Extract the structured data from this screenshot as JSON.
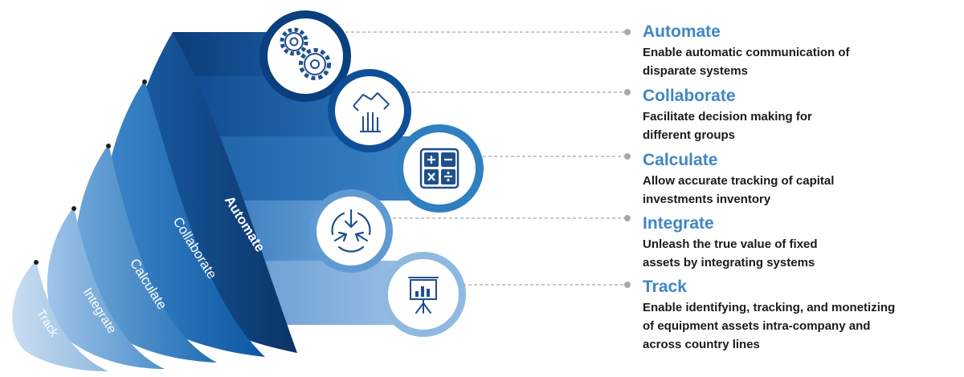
{
  "stages": [
    {
      "key": "track",
      "label": "Track",
      "icon": "presentation-chart-icon",
      "color": "#8fb9e0",
      "title": "Track",
      "description": "Enable identifying, tracking, and monetizing of equipment assets intra-company and across country lines",
      "description_lines": [
        "Enable identifying, tracking, and monetizing",
        "of equipment assets intra-company and",
        "across country lines"
      ]
    },
    {
      "key": "integrate",
      "label": "Integrate",
      "icon": "integrate-arrows-icon",
      "color": "#5e9cd3",
      "title": "Integrate",
      "description": "Unleash the true value of fixed assets by integrating systems",
      "description_lines": [
        "Unleash the true value of fixed",
        "assets by integrating systems"
      ]
    },
    {
      "key": "calculate",
      "label": "Calculate",
      "icon": "calculator-icon",
      "color": "#2f80c2",
      "title": "Calculate",
      "description": "Allow accurate tracking of capital investments inventory",
      "description_lines": [
        "Allow accurate tracking of capital",
        "investments inventory"
      ]
    },
    {
      "key": "collaborate",
      "label": "Collaborate",
      "icon": "handshake-icon",
      "color": "#1565b0",
      "title": "Collaborate",
      "description": "Facilitate decision making for different groups",
      "description_lines": [
        "Facilitate decision making for",
        "different groups"
      ]
    },
    {
      "key": "automate",
      "label": "Automate",
      "icon": "gears-icon",
      "color": "#0b3f7d",
      "title": "Automate",
      "description": "Enable automatic communication of disparate systems",
      "description_lines": [
        "Enable automatic communication of",
        "disparate systems"
      ]
    }
  ]
}
